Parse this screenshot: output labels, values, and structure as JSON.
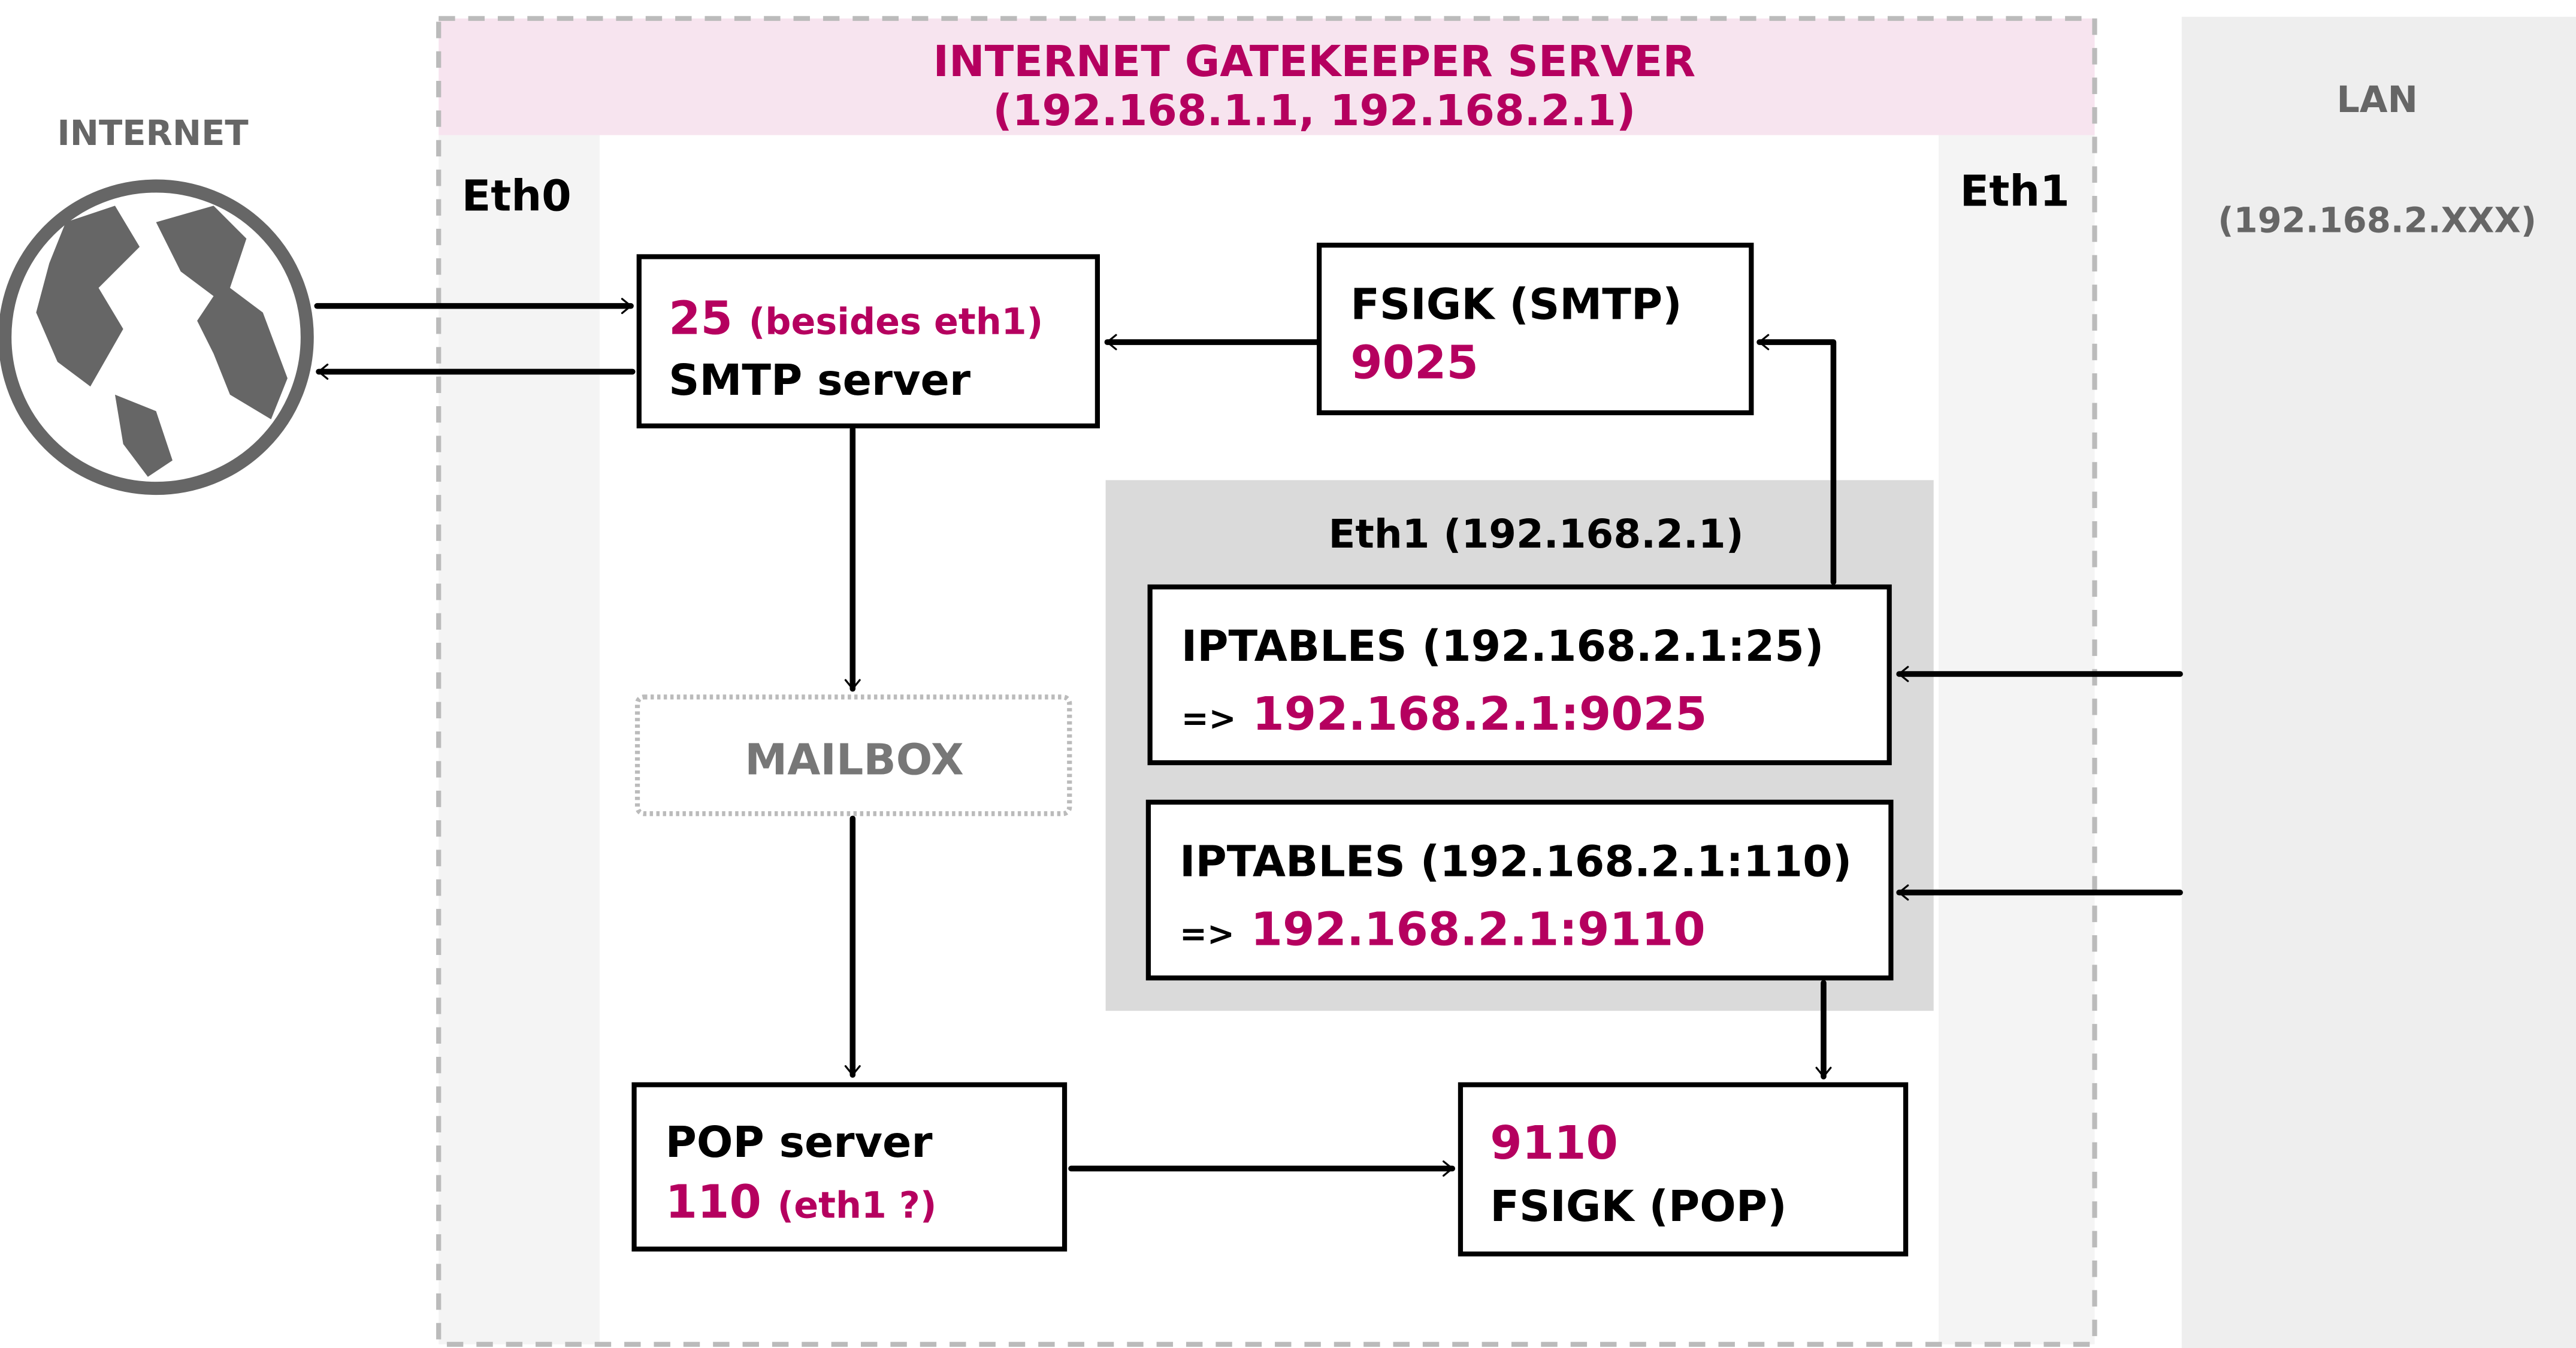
{
  "internet": {
    "label": "INTERNET",
    "icon": "globe-icon"
  },
  "gatekeeper": {
    "title": "INTERNET GATEKEEPER SERVER",
    "subtitle": "(192.168.1.1, 192.168.2.1)"
  },
  "eth0": {
    "label": "Eth0"
  },
  "eth1": {
    "label": "Eth1"
  },
  "lan": {
    "label": "LAN",
    "subnet": "(192.168.2.XXX)"
  },
  "smtp_server": {
    "port": "25",
    "note": "(besides eth1)",
    "name": "SMTP server"
  },
  "fsigk_smtp": {
    "name": "FSIGK (SMTP)",
    "port": "9025"
  },
  "eth1_group": {
    "label": "Eth1 (192.168.2.1)"
  },
  "iptables_smtp": {
    "rule": "IPTABLES (192.168.2.1:25)",
    "arrow": "=>",
    "target": "192.168.2.1:9025"
  },
  "iptables_pop": {
    "rule": "IPTABLES (192.168.2.1:110)",
    "arrow": "=>",
    "target": "192.168.2.1:9110"
  },
  "mailbox": {
    "label": "MAILBOX"
  },
  "pop_server": {
    "name": "POP server",
    "port": "110",
    "note": "(eth1 ?)"
  },
  "fsigk_pop": {
    "port": "9110",
    "name": "FSIGK (POP)"
  },
  "colors": {
    "accent": "#b5005f",
    "header_bg": "#f7e4ef",
    "group_bg": "#dadada",
    "lan_bg": "#eeeeee"
  }
}
